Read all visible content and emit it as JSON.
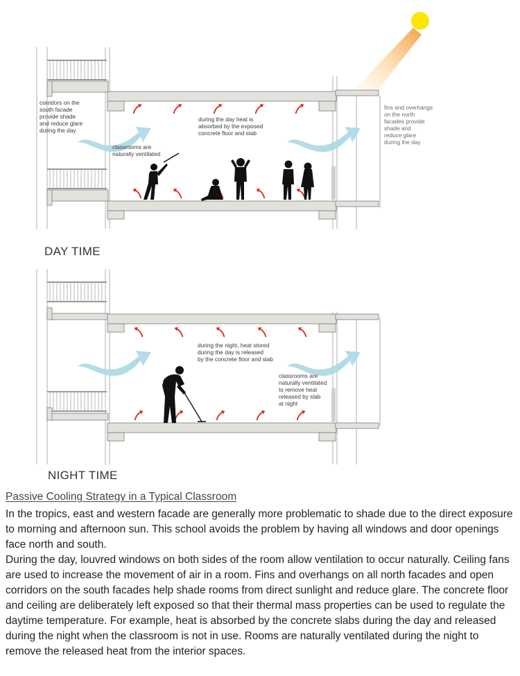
{
  "day": {
    "section_label": "DAY TIME",
    "note_corridor": "corridors on the\nsouth facade\nprovide shade\nand reduce glare\nduring the day",
    "note_ventilated": "classrooms are\nnaturally ventilated",
    "note_heat": "during the day heat is\nabsorbed by the exposed\nconcrete floor and slab",
    "note_fins": "fins  and overhangs\non the north\nfacades provide\nshade and\nreduce glare\nduring the day"
  },
  "night": {
    "section_label": "NIGHT TIME",
    "note_heat": "during the night, heat stored\nduring the day is released\nby the concrete floor and slab",
    "note_ventilated": "classrooms are\nnaturally ventilated\nto remove heat\nreleased by slab\nat night"
  },
  "caption": {
    "title": "Passive Cooling Strategy in a Typical Classroom",
    "paragraph_1": "In the tropics, east and western facade are generally more problematic to shade due to the direct exposure to morning and afternoon sun. This school avoids the problem by having all windows and door openings face north and south.",
    "paragraph_2": "During the day, louvred windows on both sides of the room allow ventilation to occur naturally. Ceiling fans are used to increase the movement of air in a room. Fins and overhangs on all north facades and open corridors on the south facades help shade rooms from direct sunlight and reduce glare. The concrete floor and ceiling are deliberately left exposed so that their thermal mass properties can be used to regulate the daytime temperature. For example, heat is absorbed by the concrete slabs during the day and released during the night when the classroom is not in use. Rooms are naturally  ventilated during the night to remove the released heat from the interior spaces."
  },
  "colors": {
    "sun": "#ffe600",
    "sun_ray": "#f7a94a",
    "airflow": "#a9d8e6",
    "heat_arrow": "#e1261c",
    "concrete": "#e2e2dd",
    "figure": "#111111"
  }
}
